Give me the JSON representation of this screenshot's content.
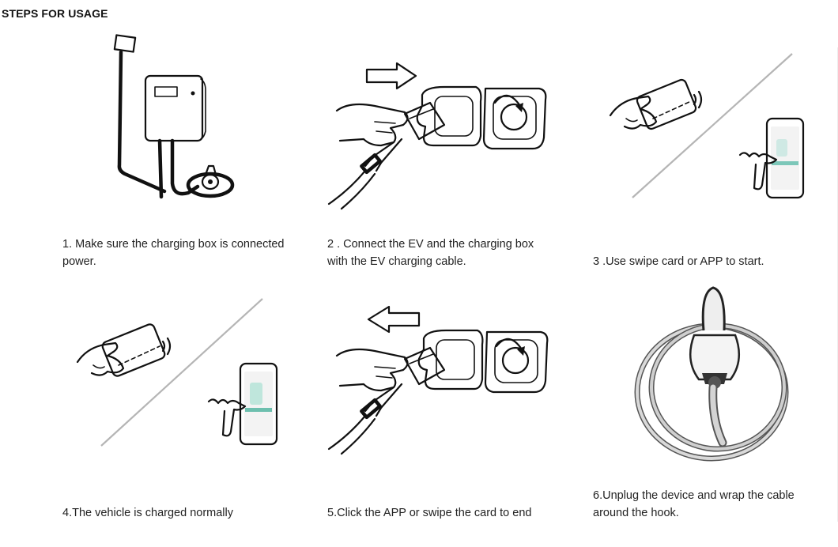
{
  "header": {
    "title": "STEPS FOR USAGE"
  },
  "steps": [
    {
      "lines": [
        "1. Make sure the charging box is connected",
        "power."
      ],
      "illustration_icon": "wall-charger-icon"
    },
    {
      "lines": [
        "2 . Connect the EV and the charging box",
        "with the EV charging cable."
      ],
      "illustration_icon": "plug-in-icon"
    },
    {
      "lines": [
        "3 .Use swipe card or APP to start."
      ],
      "illustration_icon": "card-and-app-icon"
    },
    {
      "lines": [
        "4.The vehicle is charged normally"
      ],
      "illustration_icon": "card-and-app-icon"
    },
    {
      "lines": [
        "5.Click the APP or swipe the card to end"
      ],
      "illustration_icon": "unplug-icon"
    },
    {
      "lines": [
        "6.Unplug the device and wrap the cable",
        "around the hook."
      ],
      "illustration_icon": "cable-on-hook-icon"
    }
  ]
}
